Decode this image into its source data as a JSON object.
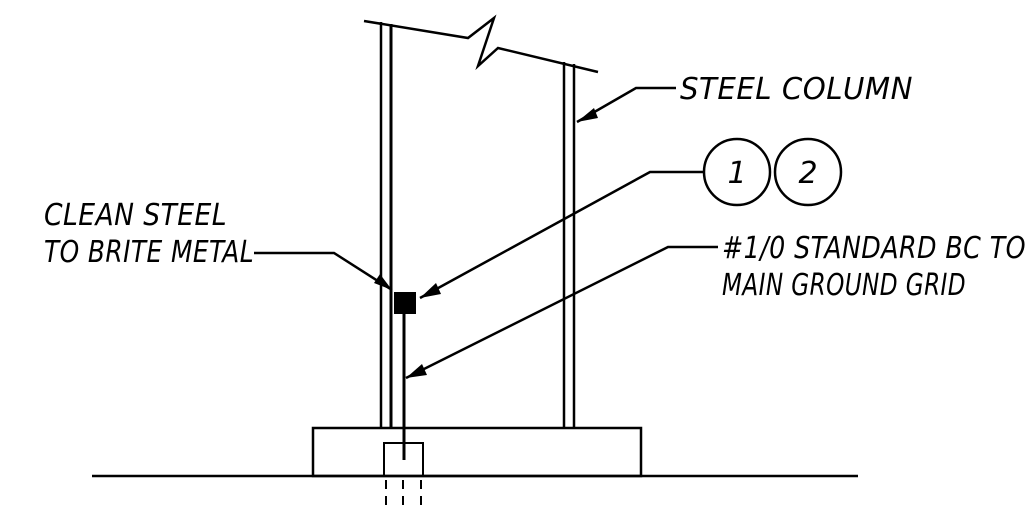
{
  "colors": {
    "ink": "#000000",
    "paper": "#ffffff"
  },
  "labels": {
    "steel_column": "STEEL COLUMN",
    "clean_steel_line1": "CLEAN STEEL",
    "clean_steel_line2": "TO BRITE METAL",
    "conductor_line1": "#1/0 STANDARD BC TO",
    "conductor_line2": "MAIN GROUND GRID"
  },
  "callout_bubbles": [
    "1",
    "2"
  ]
}
